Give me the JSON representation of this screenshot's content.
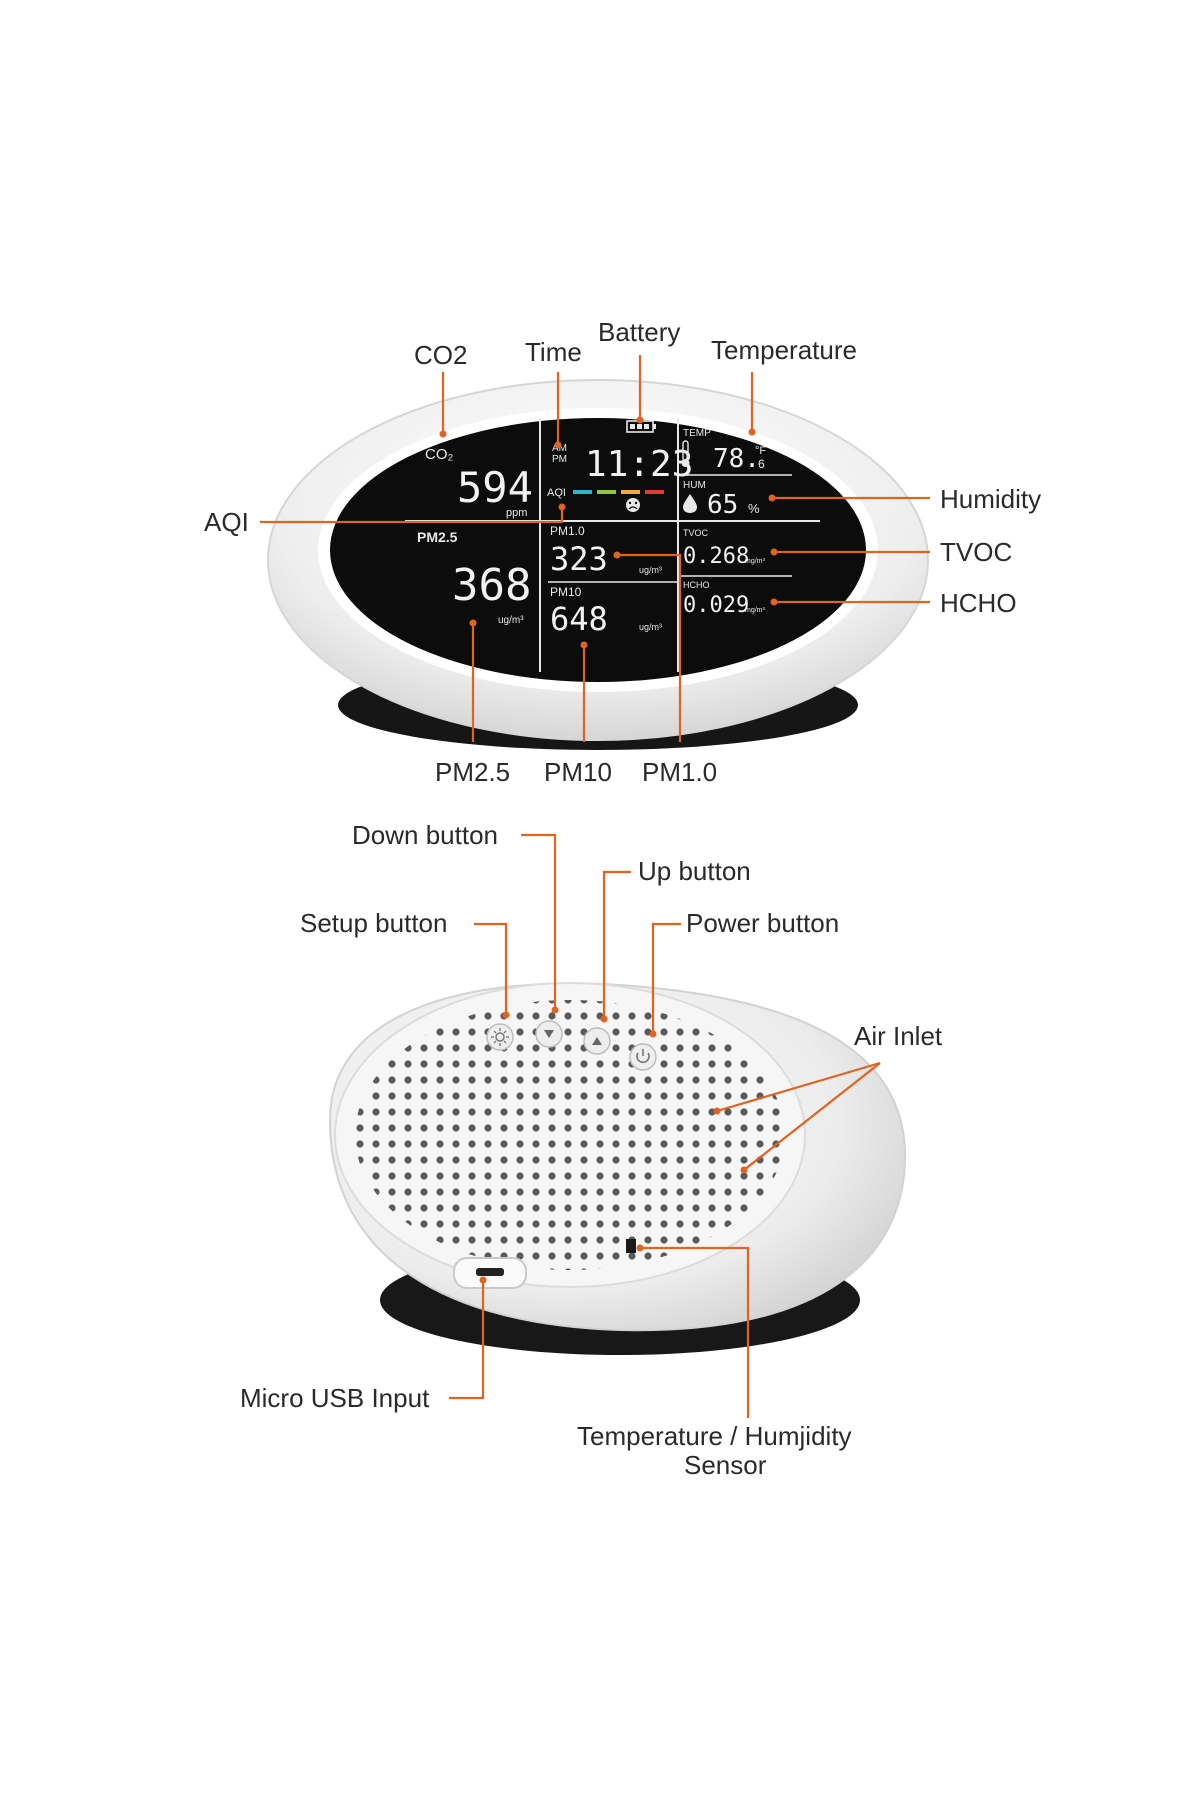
{
  "display": {
    "co2_label": "CO₂",
    "co2_value": "594",
    "co2_unit": "ppm",
    "am_label": "AM",
    "pm_label": "PM",
    "time_value": "11:23",
    "aqi_label": "AQI",
    "temp_label": "TEMP",
    "temp_value": "78.",
    "temp_decimal": "6",
    "temp_unit": "°F",
    "hum_label": "HUM",
    "hum_value": "65",
    "hum_unit": "%",
    "pm25_label": "PM2.5",
    "pm25_value": "368",
    "pm25_unit": "ug/m³",
    "pm10_label_lcd": "PM1.0",
    "pm10_value_lcd": "323",
    "pm10_unit_lcd": "ug/m³",
    "pm100_label_lcd": "PM10",
    "pm100_value_lcd": "648",
    "pm100_unit_lcd": "ug/m³",
    "tvoc_label": "TVOC",
    "tvoc_value": "0.268",
    "tvoc_unit": "mg/m³",
    "hcho_label": "HCHO",
    "hcho_value": "0.029",
    "hcho_unit": "mg/m³",
    "aqi_colors": [
      "#2bb5c9",
      "#8cc63f",
      "#f4a93a",
      "#e53935"
    ]
  },
  "front_callouts": {
    "co2": "CO2",
    "time": "Time",
    "battery": "Battery",
    "temperature": "Temperature",
    "humidity": "Humidity",
    "aqi": "AQI",
    "tvoc": "TVOC",
    "hcho": "HCHO",
    "pm25": "PM2.5",
    "pm10": "PM10",
    "pm1": "PM1.0"
  },
  "back_callouts": {
    "down_button": "Down button",
    "up_button": "Up button",
    "setup_button": "Setup button",
    "power_button": "Power button",
    "air_inlet": "Air Inlet",
    "micro_usb": "Micro USB Input",
    "sensor_line1": "Temperature / Humjidity",
    "sensor_line2": "Sensor"
  },
  "colors": {
    "accent": "#e0631f",
    "lcd": "#0c0c0c",
    "body": "#f4f4f4"
  }
}
